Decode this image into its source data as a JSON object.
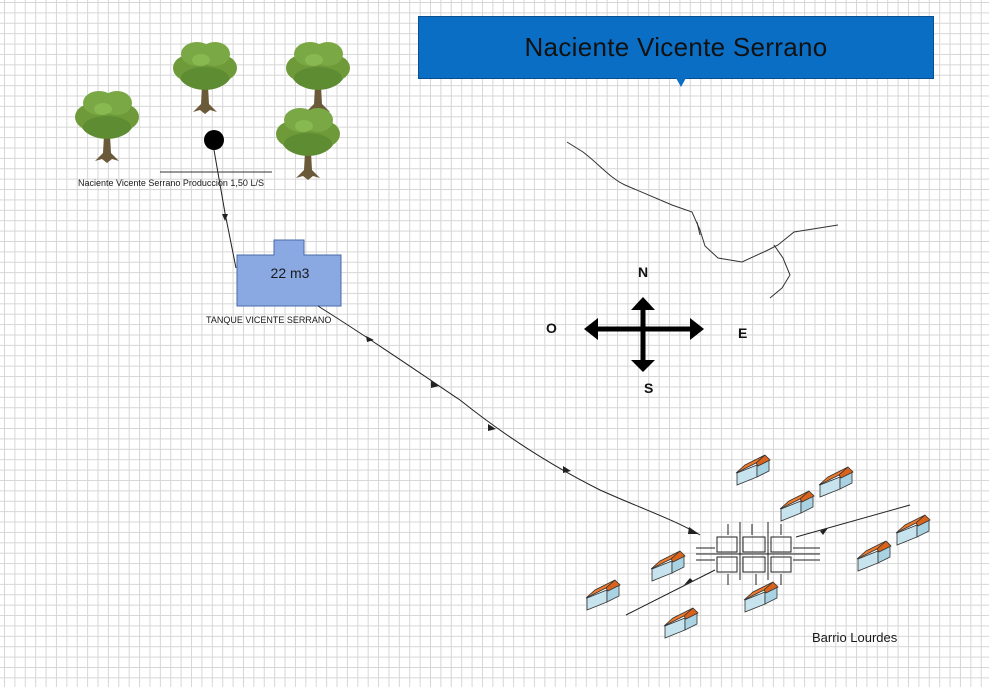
{
  "title": "Naciente Vicente Serrano",
  "spring": {
    "label": "Naciente Vicente Serrano Producción 1,50 L/S"
  },
  "tank": {
    "capacity_label": "22 m3",
    "label": "TANQUE VICENTE SERRANO"
  },
  "compass": {
    "north": "N",
    "south": "S",
    "west": "O",
    "east": "E"
  },
  "community": {
    "label": "Barrio Lourdes"
  },
  "colors": {
    "title_box": "#0b6ec5",
    "tank": "#8aa9e3",
    "roof": "#ee7a2c",
    "house_wall": "#c6e3ee",
    "tree_canopy": "#6f9a3a",
    "trunk": "#6b5a3a"
  },
  "icons": [
    "tree-icon",
    "spring-point-icon",
    "water-tank-icon",
    "compass-icon",
    "house-icon",
    "street-grid-icon"
  ]
}
